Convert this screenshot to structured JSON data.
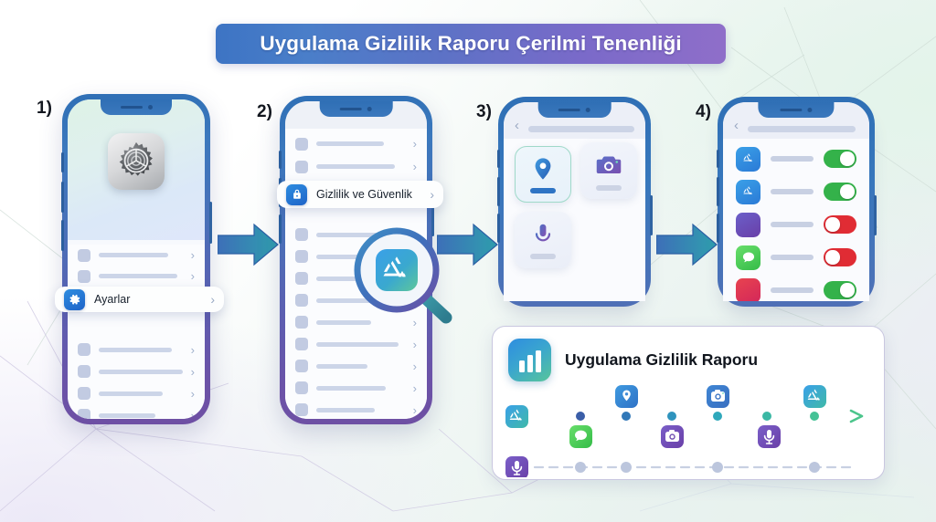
{
  "theme": {
    "accent_blue": "#2e8de0",
    "accent_purple": "#6e4fa3",
    "accent_teal": "#3aa5cf",
    "accent_green": "#34b24a",
    "toggle_on": "#34b24a",
    "toggle_off": "#e02c34",
    "background": "#f2f8f5"
  },
  "header": {
    "title": "Uygulama Gizlilik Raporu Çerilmi Tenenliği"
  },
  "steps": [
    {
      "number": "1)",
      "name": "settings-app",
      "highlight": {
        "label": "Ayarlar",
        "icon": "gear-icon"
      },
      "hero_icon": "ios-settings-gear-icon"
    },
    {
      "number": "2)",
      "name": "privacy-security",
      "highlight": {
        "label": "Gizlilik ve Güvenlik",
        "icon": "lock-icon"
      },
      "magnifier_icon": "app-store-icon"
    },
    {
      "number": "3)",
      "name": "permission-categories",
      "tiles": [
        {
          "icon": "location-pin-icon",
          "active": true
        },
        {
          "icon": "camera-icon",
          "active": false
        },
        {
          "icon": "microphone-icon",
          "active": false
        }
      ]
    },
    {
      "number": "4)",
      "name": "app-toggles",
      "rows": [
        {
          "icon": "app-store-icon",
          "state": "on"
        },
        {
          "icon": "app-store-icon",
          "state": "on"
        },
        {
          "icon": "purple-app-icon",
          "state": "off"
        },
        {
          "icon": "messages-icon",
          "state": "off"
        },
        {
          "icon": "red-app-icon",
          "state": "on"
        }
      ]
    }
  ],
  "arrows": [
    {
      "name": "arrow-step1-to-step2"
    },
    {
      "name": "arrow-step2-to-step3"
    },
    {
      "name": "arrow-step3-to-step4"
    }
  ],
  "report": {
    "icon": "bar-chart-icon",
    "title": "Uygulama Gizlilik Raporu",
    "timeline": {
      "top_icons": [
        "location-pin-icon",
        "camera-icon",
        "app-store-icon"
      ],
      "bottom_icons": [
        "messages-icon",
        "camera-icon",
        "microphone-icon"
      ],
      "start_icon": "app-store-icon",
      "lower_start_icon": "microphone-icon",
      "dot_count": 6,
      "muted_dot_count": 5
    }
  }
}
